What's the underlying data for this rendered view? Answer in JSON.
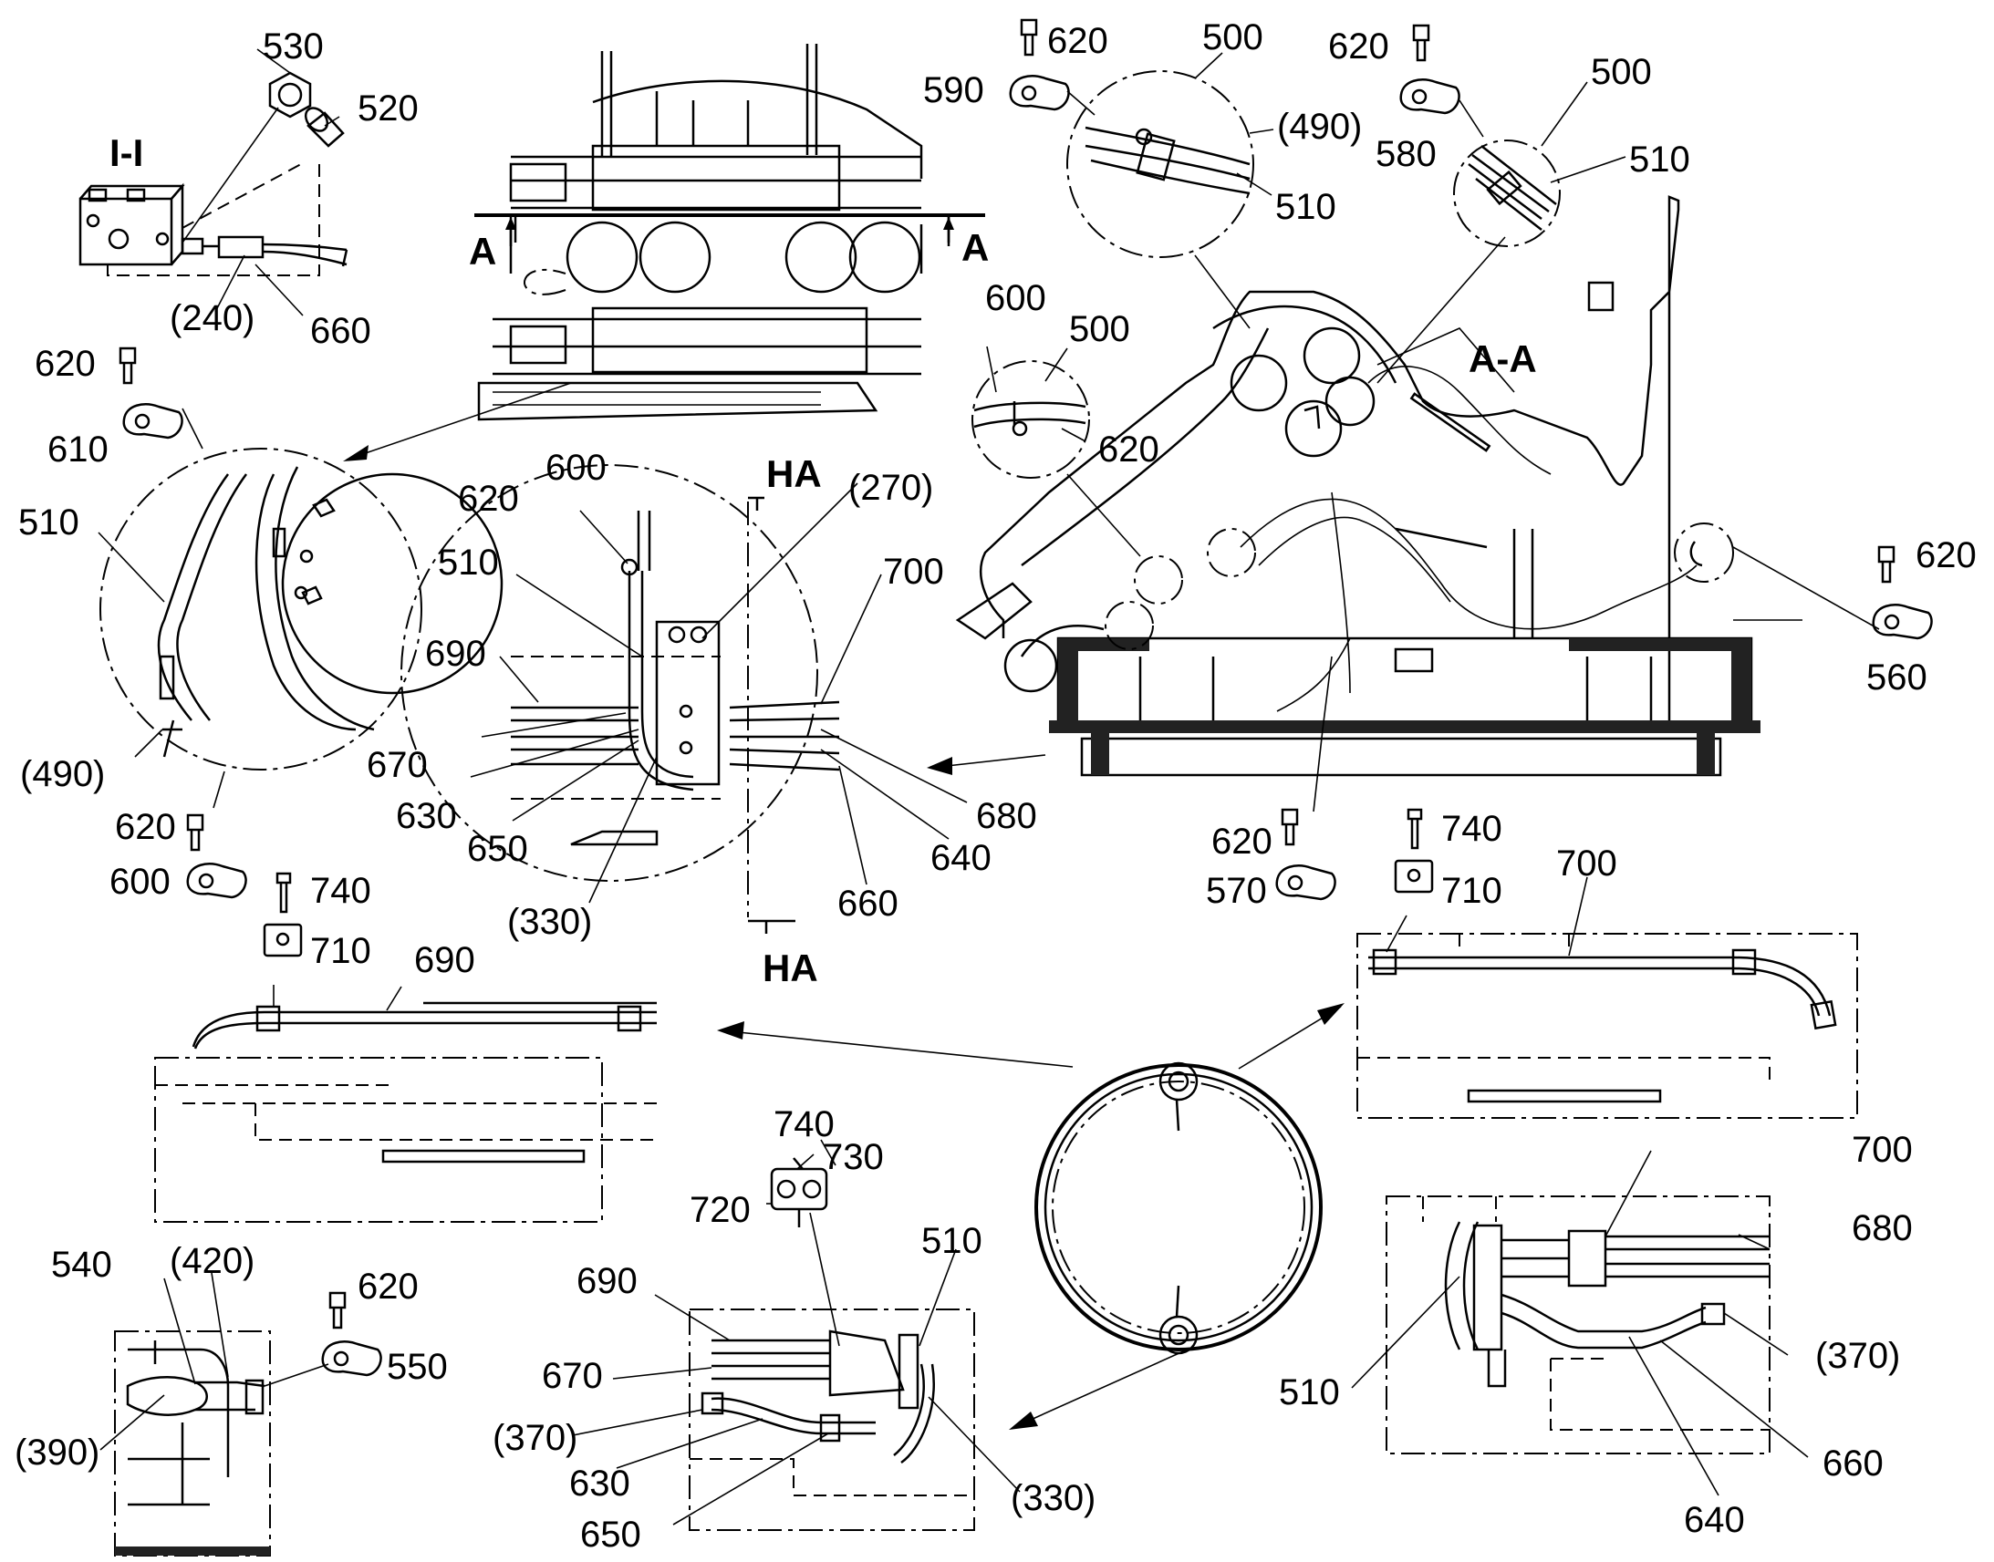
{
  "section_titles": {
    "i_i": "I-I",
    "a_left": "A",
    "a_right": "A",
    "a_a": "A-A",
    "ha_top": "HA",
    "ha_bottom": "HA"
  },
  "labels": {
    "l530": "530",
    "l520": "520",
    "l240": "(240)",
    "l660a": "660",
    "l620a": "620",
    "l590": "590",
    "l500a": "500",
    "l490a": "(490)",
    "l510a": "510",
    "l620b": "620",
    "l580": "580",
    "l500b": "500",
    "l510b": "510",
    "l620c": "620",
    "l610": "610",
    "l510c": "510",
    "l490b": "(490)",
    "l620d": "620",
    "l600a": "600",
    "l620e": "620",
    "l600b": "600",
    "l510d": "510",
    "l690a": "690",
    "l670a": "670",
    "l630a": "630",
    "l650a": "650",
    "l330a": "(330)",
    "l270": "(270)",
    "l700a": "700",
    "l680a": "680",
    "l640a": "640",
    "l660b": "660",
    "l600c": "600",
    "l500c": "500",
    "l620f": "620",
    "l620g": "620",
    "l560": "560",
    "l620h": "620",
    "l570": "570",
    "l740a": "740",
    "l710a": "710",
    "l740b": "740",
    "l710b": "710",
    "l690b": "690",
    "l700b": "700",
    "l740c": "740",
    "l730": "730",
    "l720": "720",
    "l540": "540",
    "l420": "(420)",
    "l620i": "620",
    "l550": "550",
    "l390": "(390)",
    "l690c": "690",
    "l670b": "670",
    "l370a": "(370)",
    "l630b": "630",
    "l650b": "650",
    "l510e": "510",
    "l330b": "(330)",
    "l700c": "700",
    "l680b": "680",
    "l510f": "510",
    "l370b": "(370)",
    "l640b": "640",
    "l660c": "660"
  }
}
